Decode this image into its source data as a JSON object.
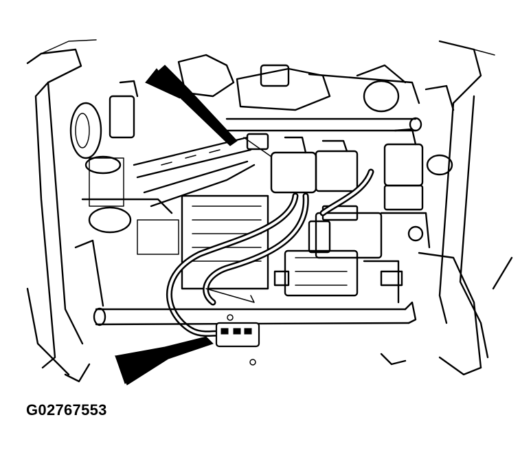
{
  "figure": {
    "id_label": "G02767553",
    "colors": {
      "line": "#000000",
      "background": "#ffffff"
    },
    "callouts": [
      {
        "name": "upper-arrow",
        "points_to": "connector-upper"
      },
      {
        "name": "lower-arrow",
        "points_to": "connector-lower"
      }
    ]
  }
}
